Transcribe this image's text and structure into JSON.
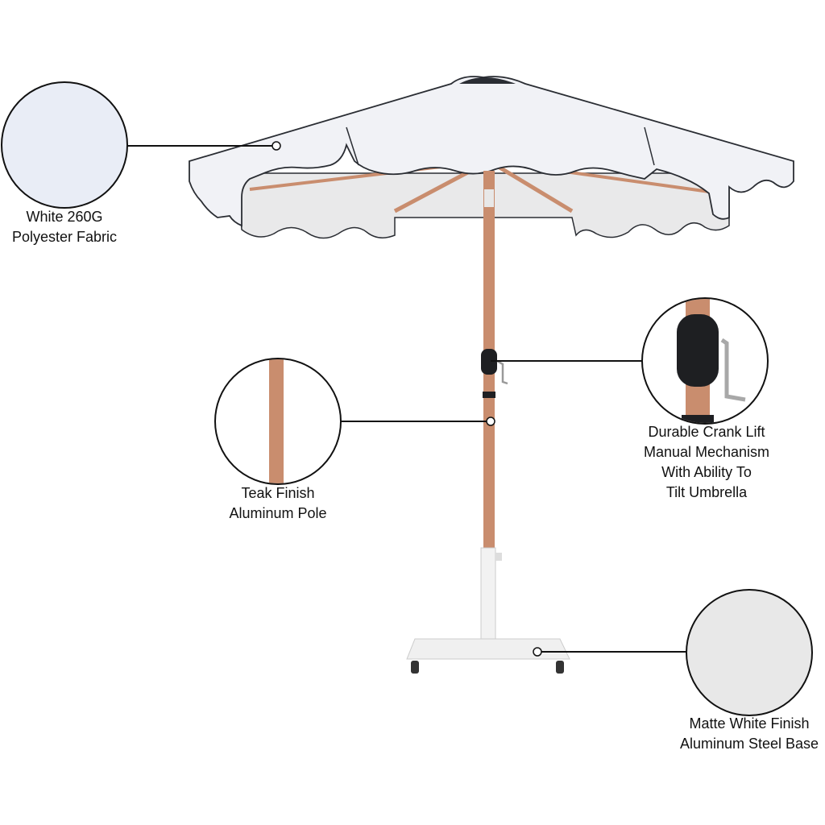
{
  "callouts": [
    {
      "id": "fabric",
      "lines": [
        "White 260G",
        "Polyester Fabric"
      ]
    },
    {
      "id": "pole",
      "lines": [
        "Teak Finish",
        "Aluminum Pole"
      ]
    },
    {
      "id": "crank",
      "lines": [
        "Durable Crank Lift",
        "Manual Mechanism",
        "With Ability To",
        "Tilt Umbrella"
      ]
    },
    {
      "id": "base",
      "lines": [
        "Matte White Finish",
        "Aluminum Steel Base"
      ]
    }
  ],
  "colors": {
    "fabric": "#f1f2f6",
    "trim": "#2a2d33",
    "pole": "#c98d6e",
    "base": "#f0f0f0",
    "crank": "#1e1f22"
  }
}
